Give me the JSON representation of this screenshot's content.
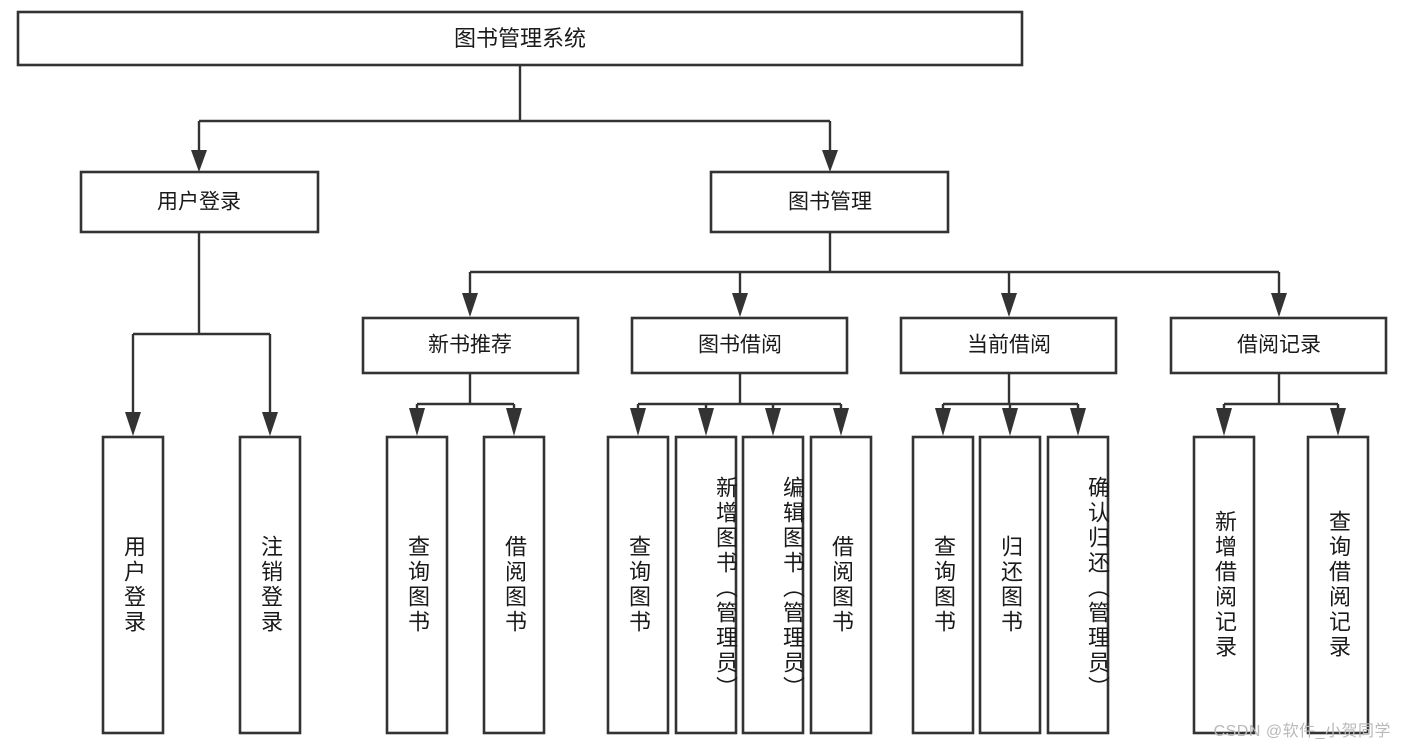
{
  "diagram": {
    "type": "tree-hierarchy-chart",
    "title_node": {
      "id": "root",
      "label": "图书管理系统"
    },
    "level2": [
      {
        "id": "user-login",
        "label": "用户登录"
      },
      {
        "id": "book-manage",
        "label": "图书管理"
      }
    ],
    "level3": [
      {
        "id": "new-book-recommend",
        "label": "新书推荐",
        "parent": "book-manage"
      },
      {
        "id": "book-borrow",
        "label": "图书借阅",
        "parent": "book-manage"
      },
      {
        "id": "current-borrow",
        "label": "当前借阅",
        "parent": "book-manage"
      },
      {
        "id": "borrow-record",
        "label": "借阅记录",
        "parent": "book-manage"
      }
    ],
    "leaves": [
      {
        "id": "leaf-user-login",
        "label": "用户登录",
        "parent": "user-login"
      },
      {
        "id": "leaf-logout-login",
        "label": "注销登录",
        "parent": "user-login"
      },
      {
        "id": "leaf-query-book-1",
        "label": "查询图书",
        "parent": "new-book-recommend"
      },
      {
        "id": "leaf-borrow-book-1",
        "label": "借阅图书",
        "parent": "new-book-recommend"
      },
      {
        "id": "leaf-query-book-2",
        "label": "查询图书",
        "parent": "book-borrow"
      },
      {
        "id": "leaf-add-book",
        "label": "新增图书（管理员）",
        "parent": "book-borrow"
      },
      {
        "id": "leaf-edit-book",
        "label": "编辑图书（管理员）",
        "parent": "book-borrow"
      },
      {
        "id": "leaf-borrow-book-2",
        "label": "借阅图书",
        "parent": "book-borrow"
      },
      {
        "id": "leaf-query-book-3",
        "label": "查询图书",
        "parent": "current-borrow"
      },
      {
        "id": "leaf-return-book",
        "label": "归还图书",
        "parent": "current-borrow"
      },
      {
        "id": "leaf-confirm-return",
        "label": "确认归还（管理员）",
        "parent": "current-borrow"
      },
      {
        "id": "leaf-add-record",
        "label": "新增借阅记录",
        "parent": "borrow-record"
      },
      {
        "id": "leaf-query-record",
        "label": "查询借阅记录",
        "parent": "borrow-record"
      }
    ],
    "colors": {
      "box_stroke": "#333333",
      "box_fill": "#ffffff",
      "text": "#1a1a1a",
      "background": "#ffffff",
      "watermark": "#b9b9b9"
    }
  },
  "watermark": {
    "text": "CSDN @软件_小贺同学"
  }
}
